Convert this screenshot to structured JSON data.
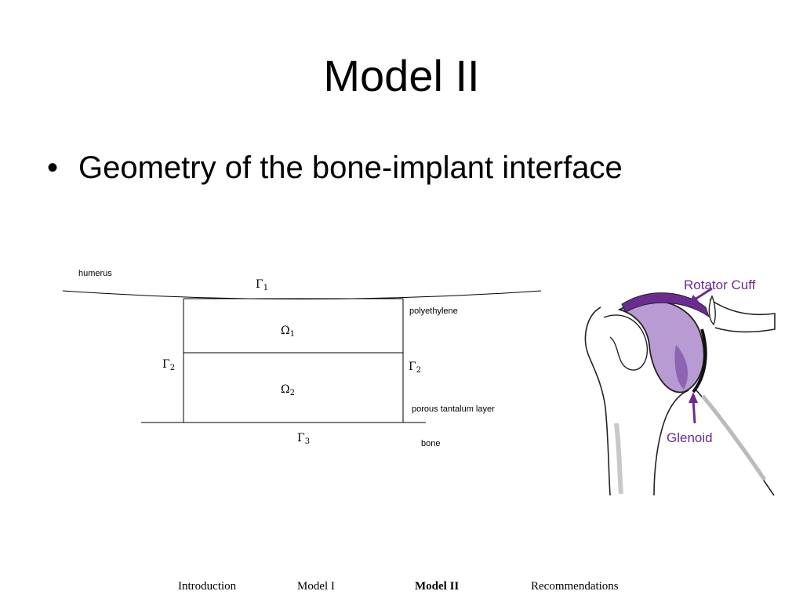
{
  "slide": {
    "title": "Model II",
    "bullet_symbol": "•",
    "bullet": "Geometry of the bone-implant interface"
  },
  "diagram": {
    "labels": {
      "humerus": "humerus",
      "polyethylene": "polyethylene",
      "porous_layer": "porous tantalum layer",
      "bone": "bone"
    },
    "math": {
      "gamma1": {
        "base": "Γ",
        "sub": "1"
      },
      "omega1": {
        "base": "Ω",
        "sub": "1"
      },
      "gamma2_left": {
        "base": "Γ",
        "sub": "2"
      },
      "gamma2_right": {
        "base": "Γ",
        "sub": "2"
      },
      "omega2": {
        "base": "Ω",
        "sub": "2"
      },
      "gamma3": {
        "base": "Γ",
        "sub": "3"
      }
    }
  },
  "illustration": {
    "rotator_cuff_label": "Rotator Cuff",
    "glenoid_label": "Glenoid",
    "accent_color": "#6a2c91",
    "fill_color": "#b79bd2"
  },
  "nav": {
    "items": [
      {
        "label": "Introduction",
        "active": false
      },
      {
        "label": "Model I",
        "active": false
      },
      {
        "label": "Model II",
        "active": true
      },
      {
        "label": "Recommendations",
        "active": false
      }
    ]
  }
}
